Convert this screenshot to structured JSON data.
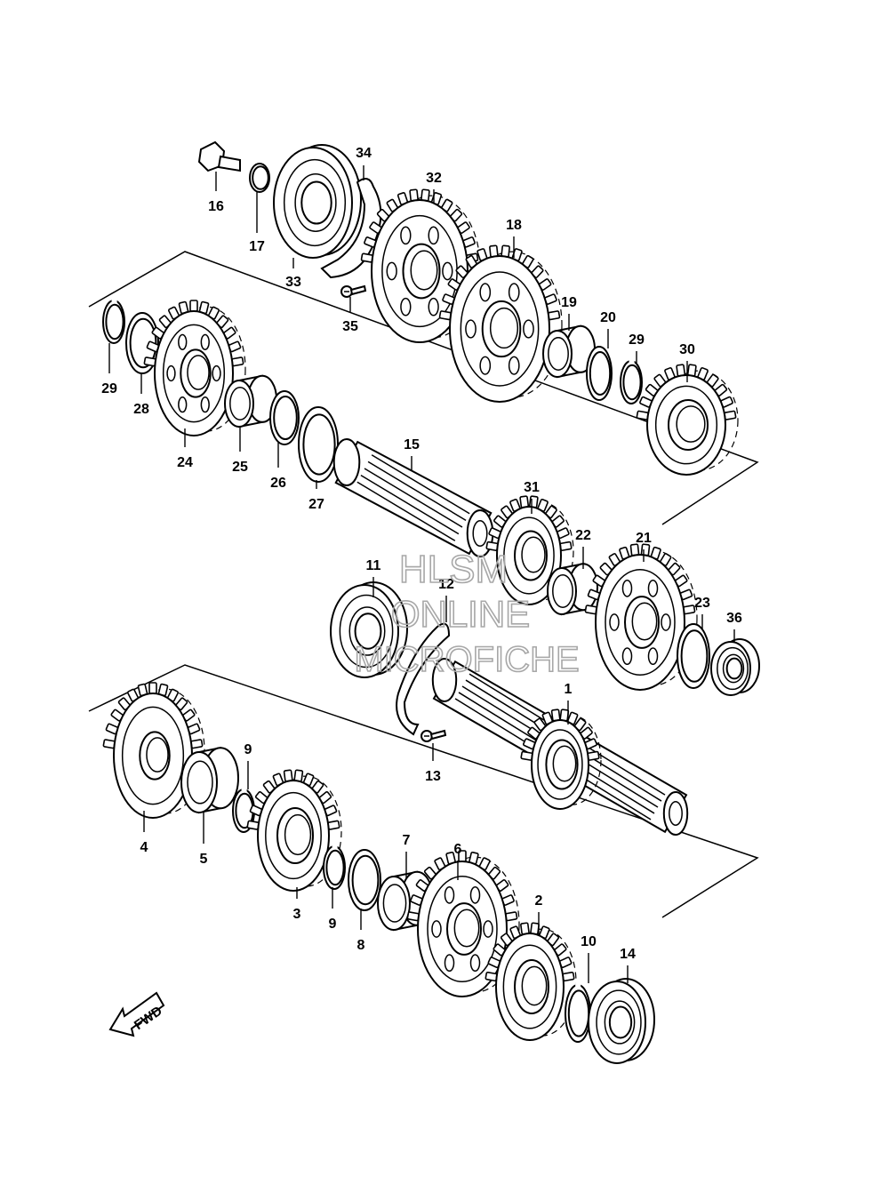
{
  "diagram": {
    "watermark": [
      "HLSM",
      "ONLINE",
      "MICROFICHE"
    ],
    "direction_label": "FWD",
    "callouts": [
      {
        "id": "c16",
        "label": "16"
      },
      {
        "id": "c17",
        "label": "17"
      },
      {
        "id": "c33",
        "label": "33"
      },
      {
        "id": "c34",
        "label": "34"
      },
      {
        "id": "c35",
        "label": "35"
      },
      {
        "id": "c32",
        "label": "32"
      },
      {
        "id": "c18",
        "label": "18"
      },
      {
        "id": "c19",
        "label": "19"
      },
      {
        "id": "c20",
        "label": "20"
      },
      {
        "id": "c29a",
        "label": "29"
      },
      {
        "id": "c30",
        "label": "30"
      },
      {
        "id": "c29b",
        "label": "29"
      },
      {
        "id": "c28",
        "label": "28"
      },
      {
        "id": "c24",
        "label": "24"
      },
      {
        "id": "c25",
        "label": "25"
      },
      {
        "id": "c26",
        "label": "26"
      },
      {
        "id": "c27",
        "label": "27"
      },
      {
        "id": "c15",
        "label": "15"
      },
      {
        "id": "c31",
        "label": "31"
      },
      {
        "id": "c22",
        "label": "22"
      },
      {
        "id": "c21",
        "label": "21"
      },
      {
        "id": "c23",
        "label": "23"
      },
      {
        "id": "c36",
        "label": "36"
      },
      {
        "id": "c11",
        "label": "11"
      },
      {
        "id": "c12",
        "label": "12"
      },
      {
        "id": "c1",
        "label": "1"
      },
      {
        "id": "c13",
        "label": "13"
      },
      {
        "id": "c9a",
        "label": "9"
      },
      {
        "id": "c4",
        "label": "4"
      },
      {
        "id": "c5",
        "label": "5"
      },
      {
        "id": "c3",
        "label": "3"
      },
      {
        "id": "c9b",
        "label": "9"
      },
      {
        "id": "c8",
        "label": "8"
      },
      {
        "id": "c7",
        "label": "7"
      },
      {
        "id": "c6",
        "label": "6"
      },
      {
        "id": "c2",
        "label": "2"
      },
      {
        "id": "c10",
        "label": "10"
      },
      {
        "id": "c14",
        "label": "14"
      }
    ]
  }
}
